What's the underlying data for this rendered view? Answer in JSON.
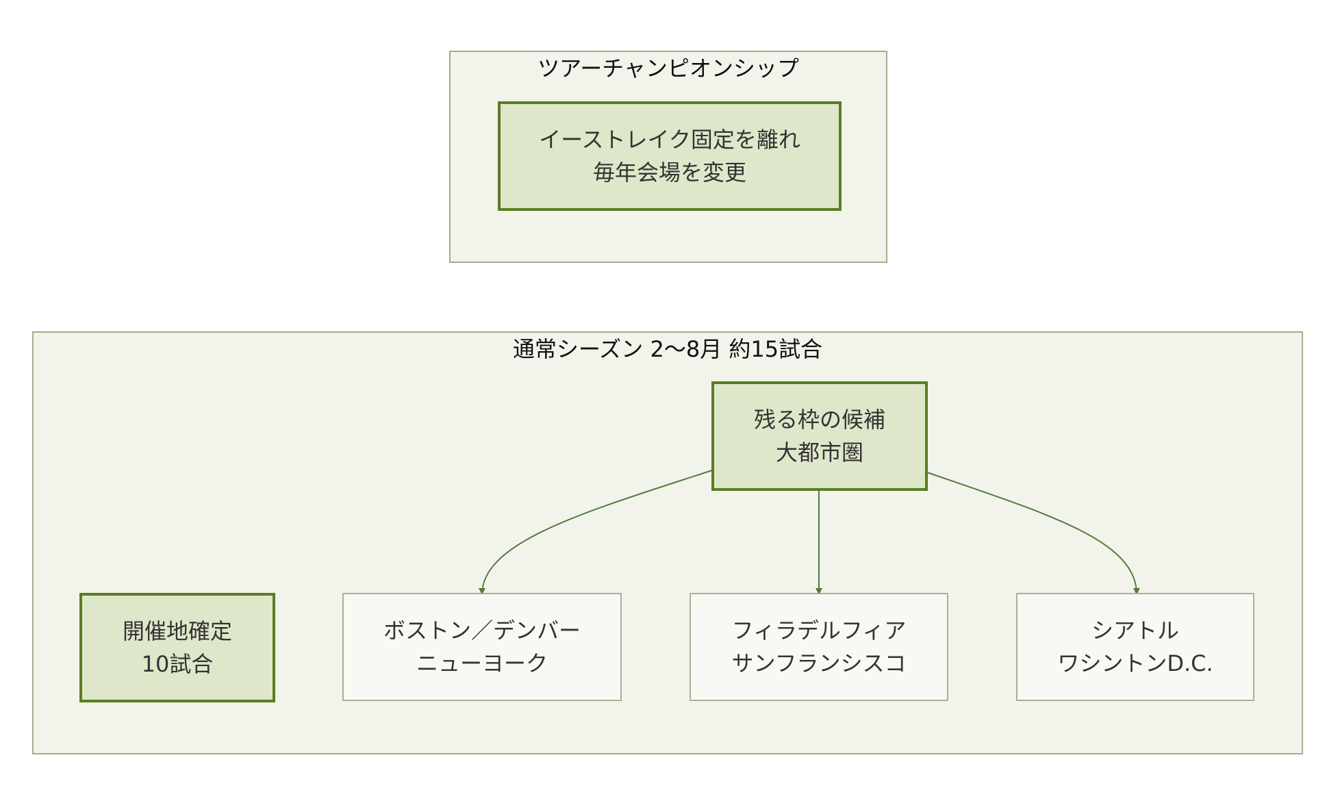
{
  "clusters": {
    "championship": {
      "title": "ツアーチャンピオンシップ",
      "node": {
        "line1": "イーストレイク固定を離れ",
        "line2": "毎年会場を変更"
      }
    },
    "regular_season": {
      "title": "通常シーズン 2〜8月 約15試合",
      "confirmed": {
        "line1": "開催地確定",
        "line2": "10試合"
      },
      "remaining": {
        "line1": "残る枠の候補",
        "line2": "大都市圏"
      },
      "candidates": [
        {
          "line1": "ボストン／デンバー",
          "line2": "ニューヨーク"
        },
        {
          "line1": "フィラデルフィア",
          "line2": "サンフランシスコ"
        },
        {
          "line1": "シアトル",
          "line2": "ワシントンD.C."
        }
      ]
    }
  },
  "colors": {
    "cluster_fill": "#f2f4ec",
    "cluster_border": "#9db08a",
    "key_fill": "#dee7c9",
    "key_border": "#5a7d22",
    "option_fill": "#f8f9f4",
    "edge": "#557a3c"
  }
}
